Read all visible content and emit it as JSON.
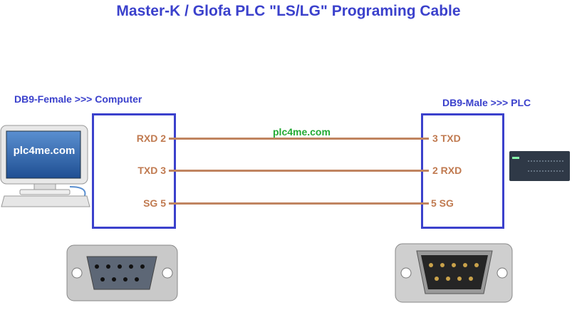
{
  "title": "Master-K / Glofa PLC \"LS/LG\" Programing Cable",
  "left": {
    "label": "DB9-Female >>> Computer",
    "screen_text": "plc4me.com",
    "pins": [
      {
        "text": "RXD  2"
      },
      {
        "text": "TXD  3"
      },
      {
        "text": "SG  5"
      }
    ]
  },
  "right": {
    "label": "DB9-Male >>> PLC",
    "pins": [
      {
        "text": "3  TXD"
      },
      {
        "text": "2  RXD"
      },
      {
        "text": "5  SG"
      }
    ]
  },
  "cable_label": "plc4me.com",
  "colors": {
    "accent": "#3b41cc",
    "wire": "#c08460",
    "site": "#22aa33"
  }
}
